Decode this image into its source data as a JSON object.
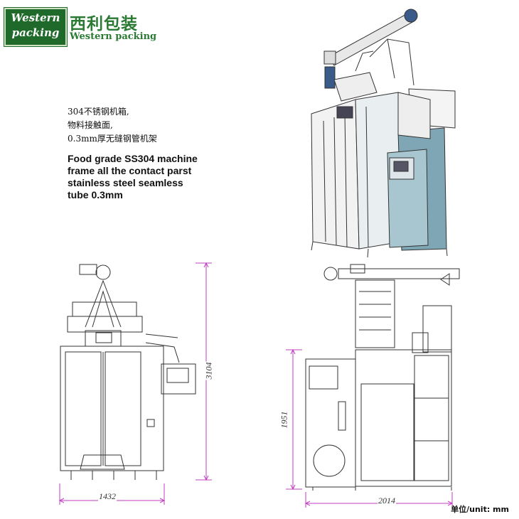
{
  "brand": {
    "logo_line1": "Western",
    "logo_line2": "packing",
    "name_cn": "西利包装",
    "name_en": "Western packing",
    "color": "#2a7a34"
  },
  "description": {
    "cn_lines": [
      "304不锈钢机箱,",
      "物料接触面,",
      "0.3mm厚无缝钢管机架"
    ],
    "en_lines": [
      "Food grade SS304 machine",
      "frame all the contact parst",
      "stainless  steel  seamless",
      "tube 0.3mm"
    ]
  },
  "dimensions": {
    "front_height": "3104",
    "front_width": "1432",
    "side_height": "1951",
    "side_width": "2014",
    "dim_color": "#c040c0"
  },
  "unit_label": "单位/unit: mm"
}
